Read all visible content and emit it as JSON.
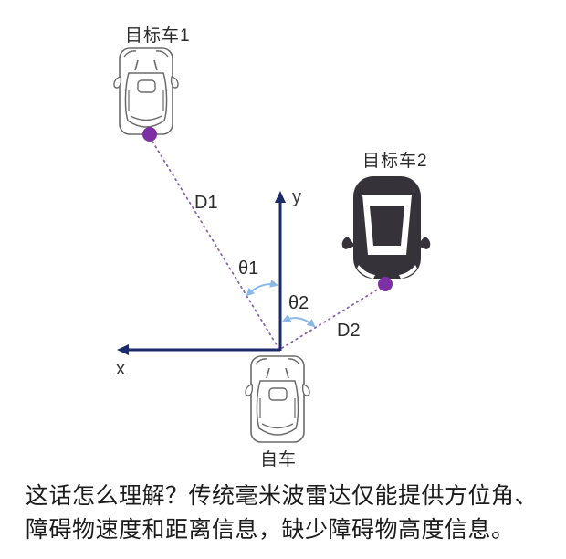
{
  "diagram": {
    "vehicles": {
      "target1": {
        "label": "目标车1"
      },
      "target2": {
        "label": "目标车2"
      },
      "ego": {
        "label": "自车"
      }
    },
    "axes": {
      "x_label": "x",
      "y_label": "y"
    },
    "measurements": {
      "d1_label": "D1",
      "d2_label": "D2",
      "theta1_label": "θ1",
      "theta2_label": "θ2"
    },
    "colors": {
      "axis": "#1b2a68",
      "dashed_line": "#8a62ae",
      "detection_dot": "#7d2fa5",
      "angle_arc": "#8ab9e8",
      "dark_car": "#36323a",
      "outline_car": "#6b6b6b"
    }
  },
  "caption": {
    "line1": "这话怎么理解？传统毫米波雷达仅能提供方位角、",
    "line2": "障碍物速度和距离信息，缺少障碍物高度信息。"
  }
}
